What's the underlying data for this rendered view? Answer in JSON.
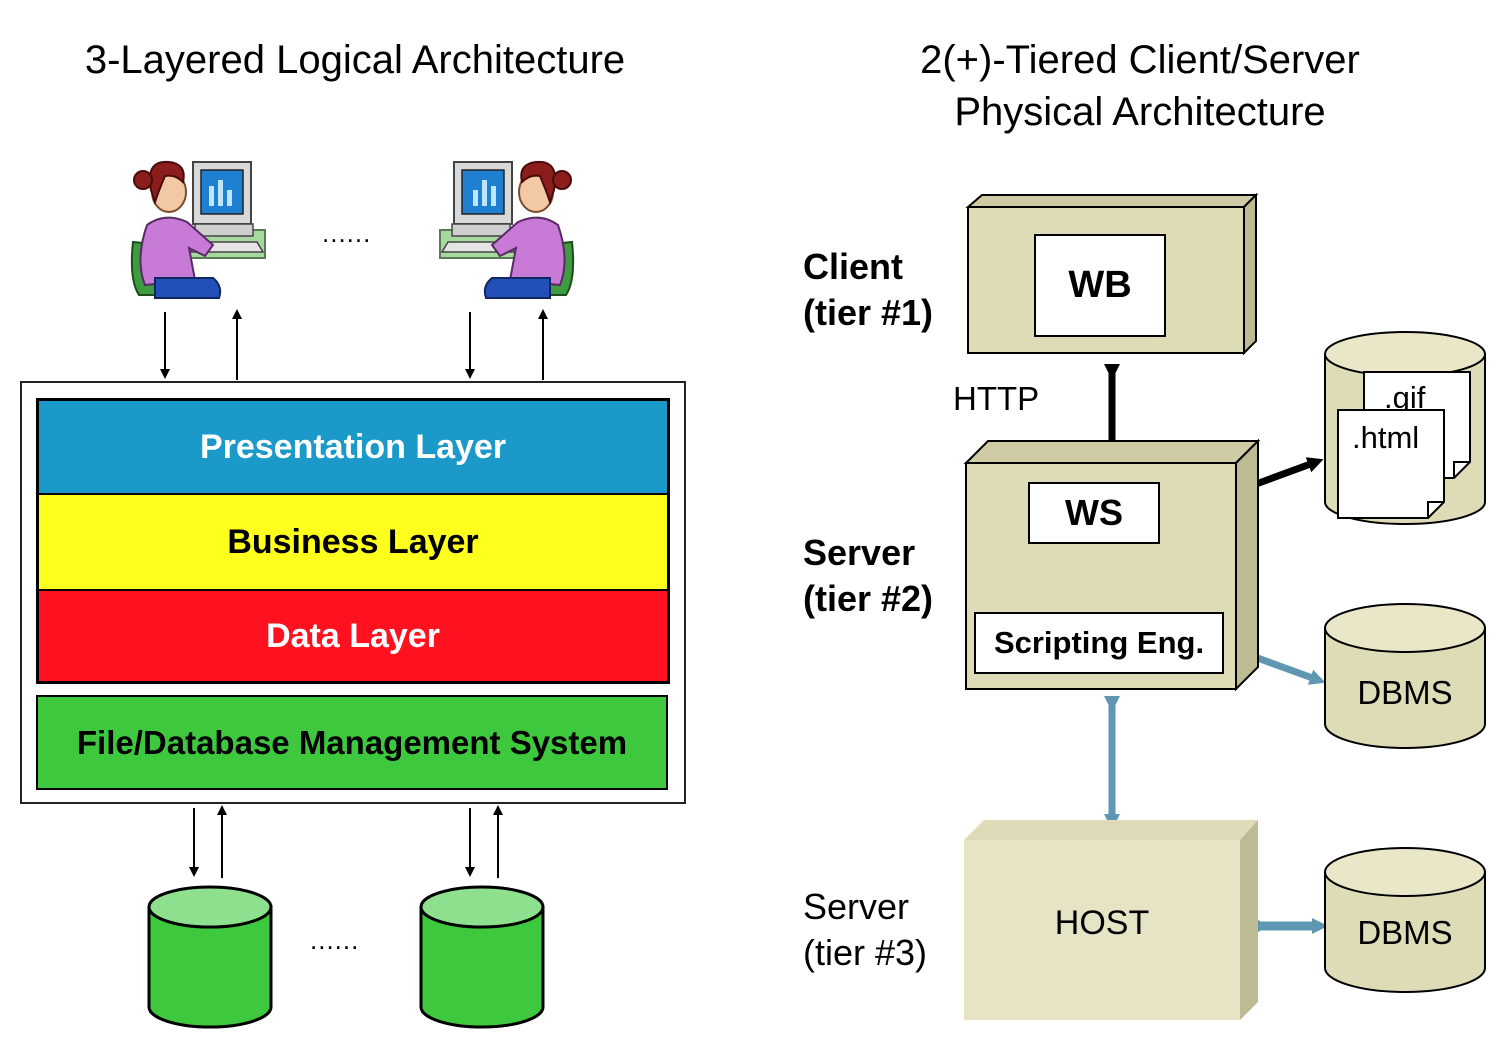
{
  "left_panel": {
    "title": "3-Layered Logical Architecture",
    "users_ellipsis": "......",
    "db_ellipsis": "......",
    "layers": [
      {
        "label": "Presentation Layer",
        "color": "#1b9ac9",
        "text_color": "#ffffff"
      },
      {
        "label": "Business Layer",
        "color": "#ffff1e",
        "text_color": "#000000"
      },
      {
        "label": "Data Layer",
        "color": "#ff1120",
        "text_color": "#ffffff"
      }
    ],
    "storage_layer": {
      "label": "File/Database Management System",
      "color": "#3ec83e"
    },
    "database_color": "#3ec83e",
    "database_top_color": "#8ee08e"
  },
  "right_panel": {
    "title_line1": "2(+)-Tiered Client/Server",
    "title_line2": "Physical Architecture",
    "client_label_line1": "Client",
    "client_label_line2": "(tier #1)",
    "server2_label_line1": "Server",
    "server2_label_line2": "(tier #2)",
    "server3_label_line1": "Server",
    "server3_label_line2": "(tier #3)",
    "protocol_label": "HTTP",
    "web_browser": "WB",
    "web_server": "WS",
    "scripting_engine": "Scripting Eng.",
    "host": "HOST",
    "file_gif": ".gif",
    "file_html": ".html",
    "dbms_tier2": "DBMS",
    "dbms_tier3": "DBMS",
    "box_color": "#dedcb7",
    "box_side_color": "#bdbb93",
    "host_color": "#e6e4c4",
    "link_color": "#5f97b3"
  }
}
